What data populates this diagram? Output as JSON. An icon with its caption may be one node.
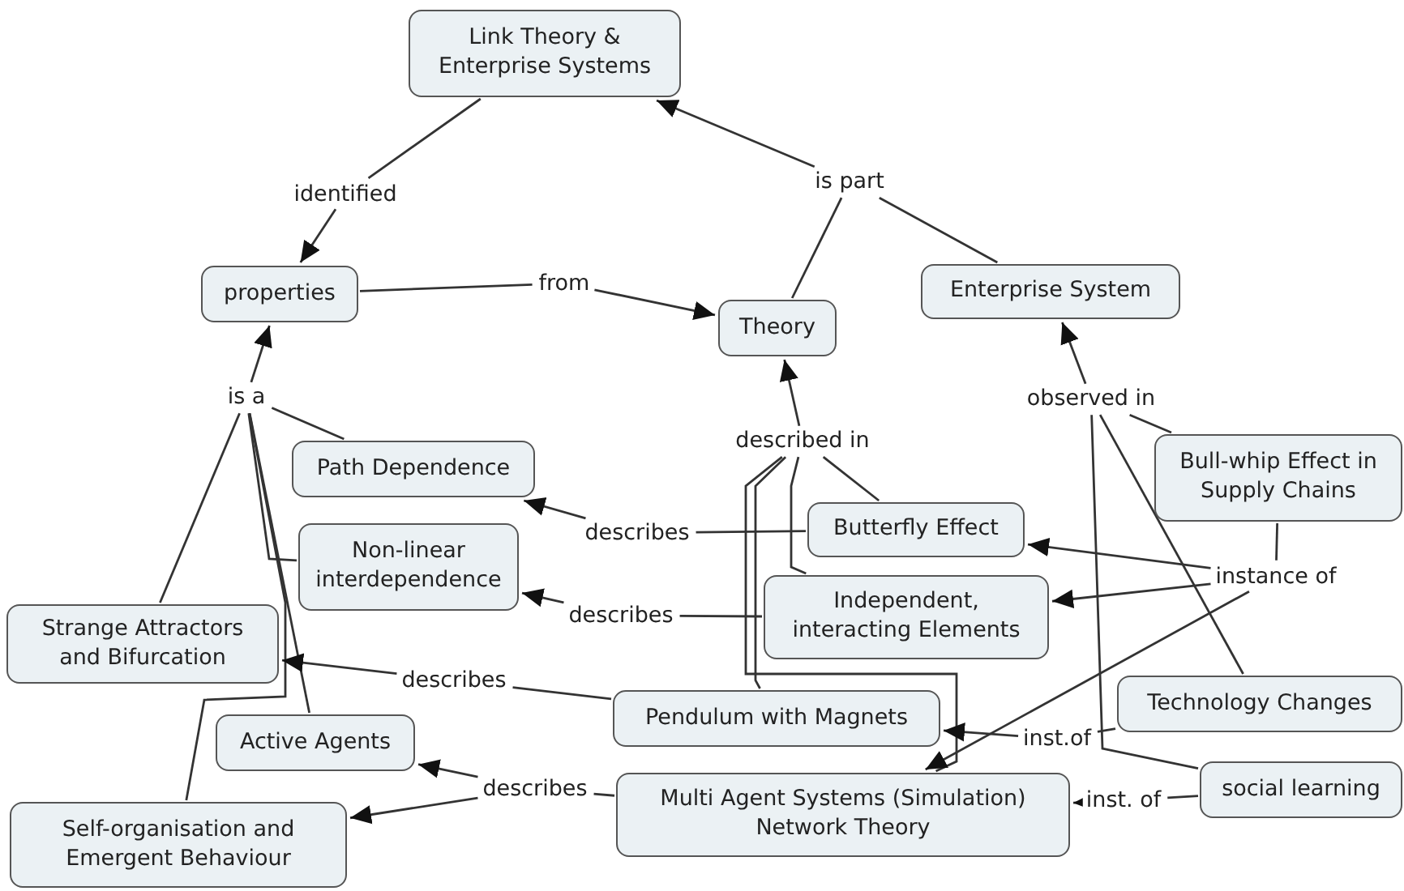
{
  "diagram": {
    "nodes": [
      {
        "text": [
          "Link Theory & Enterprise Systems"
        ]
      },
      {
        "text": [
          "is part"
        ]
      },
      {
        "text": [
          "identified"
        ]
      },
      {
        "text": [
          "properties"
        ]
      },
      {
        "text": [
          "from"
        ]
      },
      {
        "text": [
          "Theory"
        ]
      },
      {
        "text": [
          "Enterprise System"
        ]
      },
      {
        "text": [
          "is a"
        ]
      },
      {
        "text": [
          "observed in"
        ]
      },
      {
        "text": [
          "described in"
        ]
      },
      {
        "text": [
          "Path Dependence"
        ]
      },
      {
        "text": [
          "Bull-whip Effect in Supply Chains"
        ]
      },
      {
        "text": [
          "describes"
        ]
      },
      {
        "text": [
          "Butterfly Effect"
        ]
      },
      {
        "text": [
          "Non-linear interdependence"
        ]
      },
      {
        "text": [
          "instance of"
        ]
      },
      {
        "text": [
          "describes"
        ]
      },
      {
        "text": [
          "Independent, interacting Elements"
        ]
      },
      {
        "text": [
          "Strange Attractors and Bifurcation"
        ]
      },
      {
        "text": [
          "describes"
        ]
      },
      {
        "text": [
          "Pendulum with Magnets"
        ]
      },
      {
        "text": [
          "inst.of"
        ]
      },
      {
        "text": [
          "Technology Changes"
        ]
      },
      {
        "text": [
          "Active Agents"
        ]
      },
      {
        "text": [
          "describes"
        ]
      },
      {
        "text": [
          "Multi Agent Systems (Simulation) Network Theory"
        ]
      },
      {
        "text": [
          "inst. of"
        ]
      },
      {
        "text": [
          "social learning"
        ]
      },
      {
        "text": [
          "Self-organisation and Emergent Behaviour"
        ]
      }
    ],
    "edges": [
      {
        "from": 0,
        "to": 2,
        "arrow": "none"
      },
      {
        "from": 2,
        "to": 3,
        "arrow": "to"
      },
      {
        "from": 3,
        "to": 4,
        "arrow": "none"
      },
      {
        "from": 4,
        "to": 5,
        "arrow": "to"
      },
      {
        "from": 5,
        "to": 1,
        "arrow": "none"
      },
      {
        "from": 6,
        "to": 1,
        "arrow": "none"
      },
      {
        "from": 1,
        "to": 0,
        "arrow": "to"
      },
      {
        "from": 10,
        "to": 7,
        "arrow": "none"
      },
      {
        "from": 14,
        "to": 7,
        "arrow": "none"
      },
      {
        "from": 18,
        "to": 7,
        "arrow": "none"
      },
      {
        "from": 23,
        "to": 7,
        "arrow": "none"
      },
      {
        "from": 28,
        "to": 7,
        "arrow": "none"
      },
      {
        "from": 7,
        "to": 3,
        "arrow": "to"
      },
      {
        "from": 13,
        "to": 9,
        "arrow": "none"
      },
      {
        "from": 17,
        "to": 9,
        "arrow": "none"
      },
      {
        "from": 20,
        "to": 9,
        "arrow": "none"
      },
      {
        "from": 25,
        "to": 9,
        "arrow": "none"
      },
      {
        "from": 9,
        "to": 5,
        "arrow": "to"
      },
      {
        "from": 11,
        "to": 8,
        "arrow": "none"
      },
      {
        "from": 22,
        "to": 8,
        "arrow": "none"
      },
      {
        "from": 27,
        "to": 8,
        "arrow": "none"
      },
      {
        "from": 8,
        "to": 6,
        "arrow": "to"
      },
      {
        "from": 11,
        "to": 15,
        "arrow": "none"
      },
      {
        "from": 15,
        "to": 13,
        "arrow": "to"
      },
      {
        "from": 15,
        "to": 17,
        "arrow": "to"
      },
      {
        "from": 15,
        "to": 25,
        "arrow": "to"
      },
      {
        "from": 13,
        "to": 12,
        "arrow": "none"
      },
      {
        "from": 12,
        "to": 10,
        "arrow": "to"
      },
      {
        "from": 17,
        "to": 16,
        "arrow": "none"
      },
      {
        "from": 16,
        "to": 14,
        "arrow": "to"
      },
      {
        "from": 20,
        "to": 19,
        "arrow": "none"
      },
      {
        "from": 19,
        "to": 18,
        "arrow": "to"
      },
      {
        "from": 25,
        "to": 24,
        "arrow": "none"
      },
      {
        "from": 24,
        "to": 23,
        "arrow": "to"
      },
      {
        "from": 24,
        "to": 28,
        "arrow": "to"
      },
      {
        "from": 22,
        "to": 21,
        "arrow": "none"
      },
      {
        "from": 21,
        "to": 20,
        "arrow": "to"
      },
      {
        "from": 27,
        "to": 26,
        "arrow": "none"
      },
      {
        "from": 26,
        "to": 25,
        "arrow": "to"
      }
    ]
  }
}
